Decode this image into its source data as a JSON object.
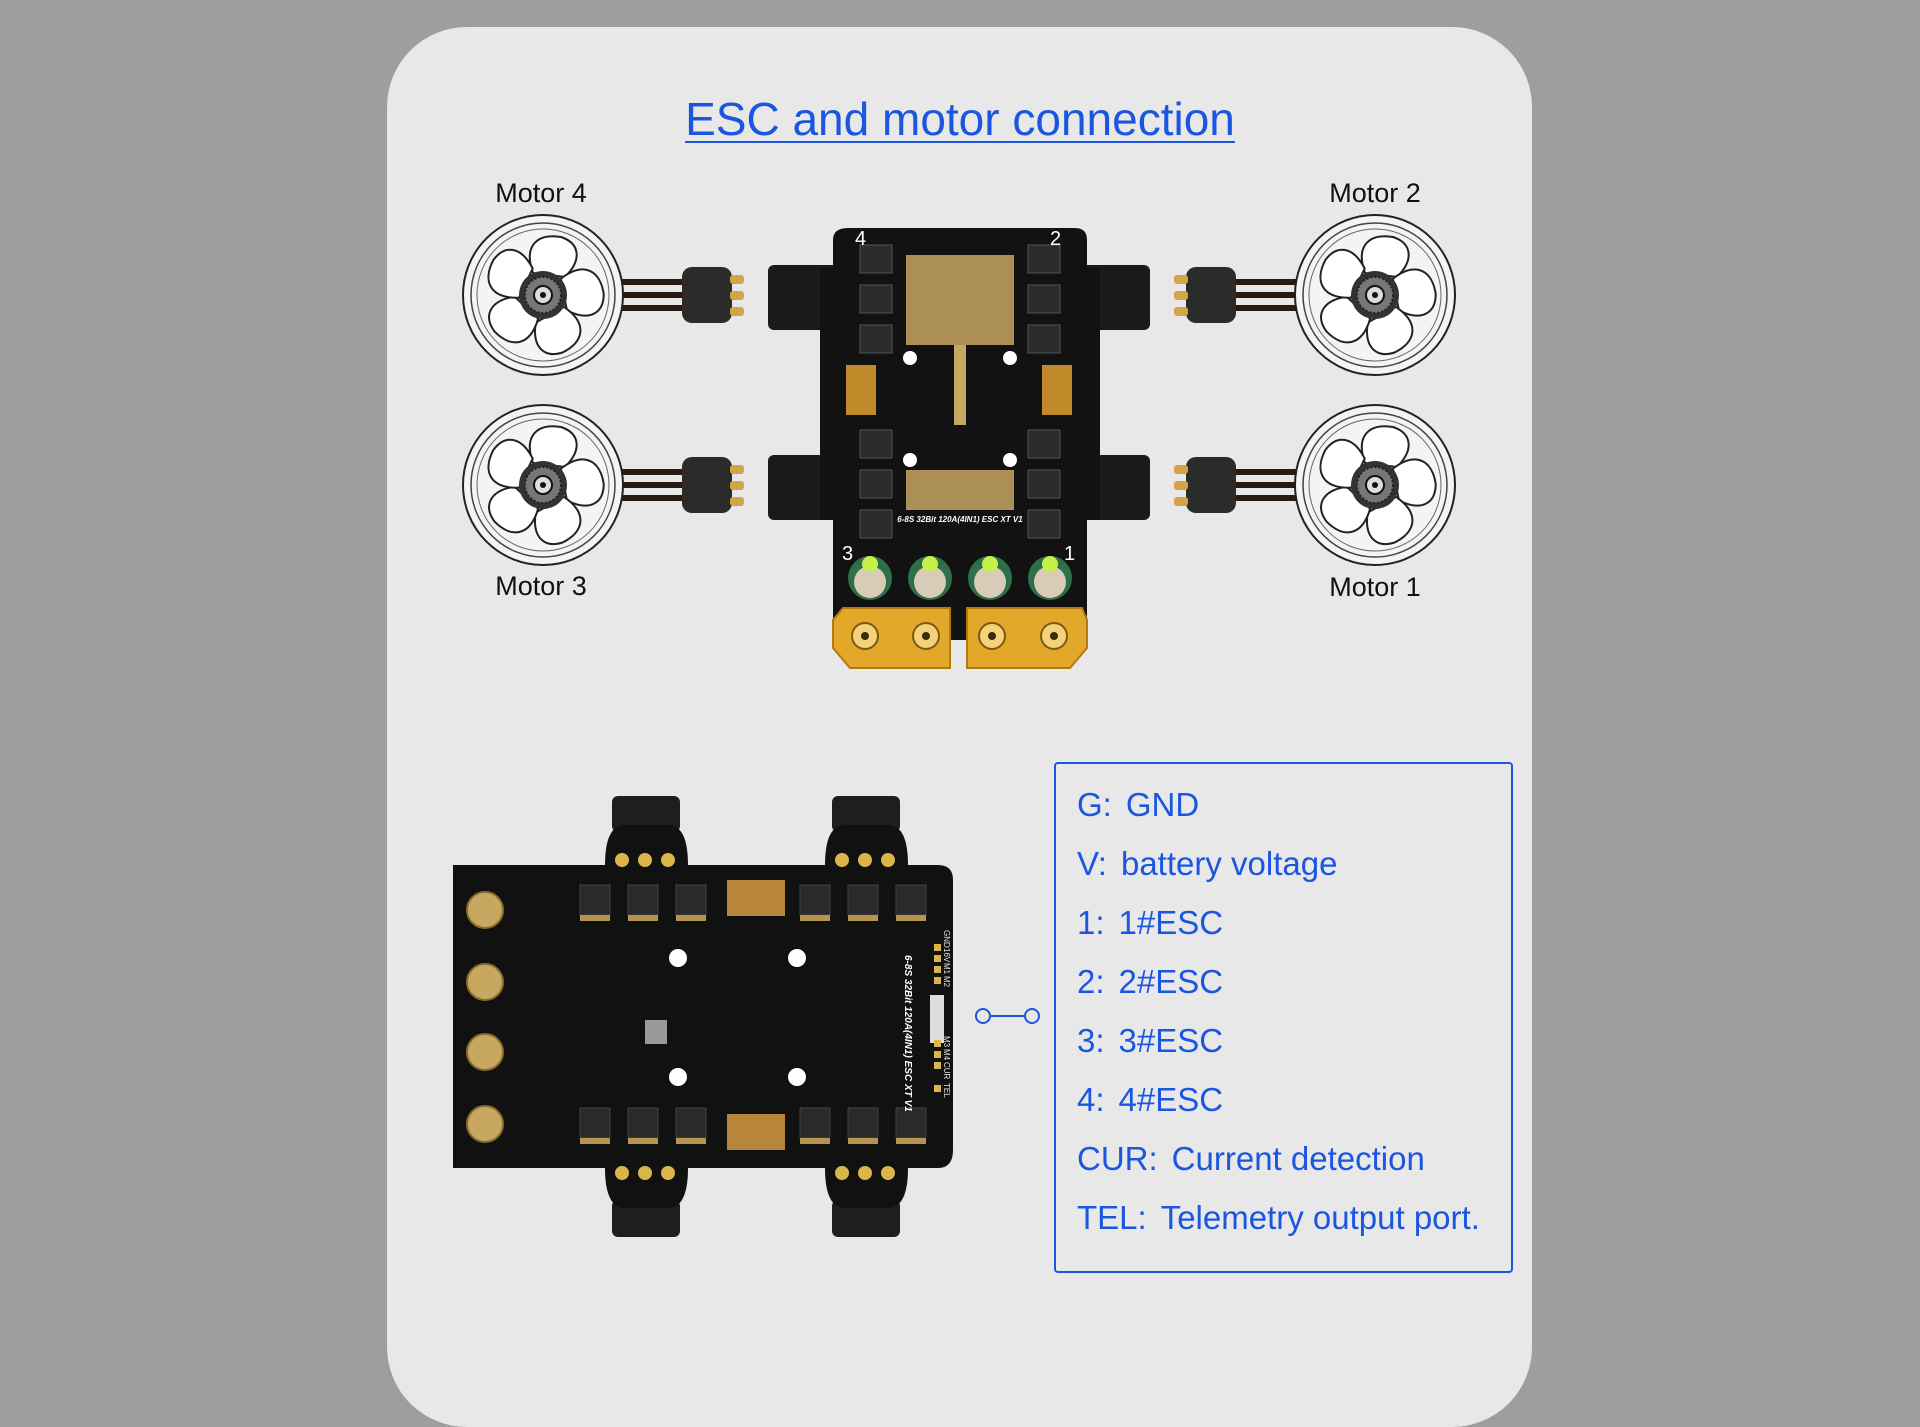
{
  "title": "ESC and motor connection",
  "motors": [
    {
      "label": "Motor 4"
    },
    {
      "label": "Motor 2"
    },
    {
      "label": "Motor 3"
    },
    {
      "label": "Motor 1"
    }
  ],
  "board": {
    "silkscreen": "6-8S 32Bit 120A(4IN1) ESC XT V1",
    "pad_labels": [
      "GND",
      "16V",
      "M1",
      "M2",
      "M3",
      "M4",
      "CUR",
      "TEL"
    ],
    "corner_numbers": [
      "4",
      "2",
      "3",
      "1"
    ]
  },
  "legend": [
    {
      "key": "G:",
      "value": "GND"
    },
    {
      "key": "V:",
      "value": "battery voltage"
    },
    {
      "key": "1:",
      "value": "1#ESC"
    },
    {
      "key": "2:",
      "value": "2#ESC"
    },
    {
      "key": "3:",
      "value": "3#ESC"
    },
    {
      "key": "4:",
      "value": "4#ESC"
    },
    {
      "key": "CUR:",
      "value": "Current detection"
    },
    {
      "key": "TEL:",
      "value": "Telemetry output port."
    }
  ],
  "colors": {
    "accent": "#1a56e0",
    "background": "#9e9e9e",
    "card": "#e8e8e8",
    "pcb": "#111111",
    "gold": "#c9a24a"
  }
}
